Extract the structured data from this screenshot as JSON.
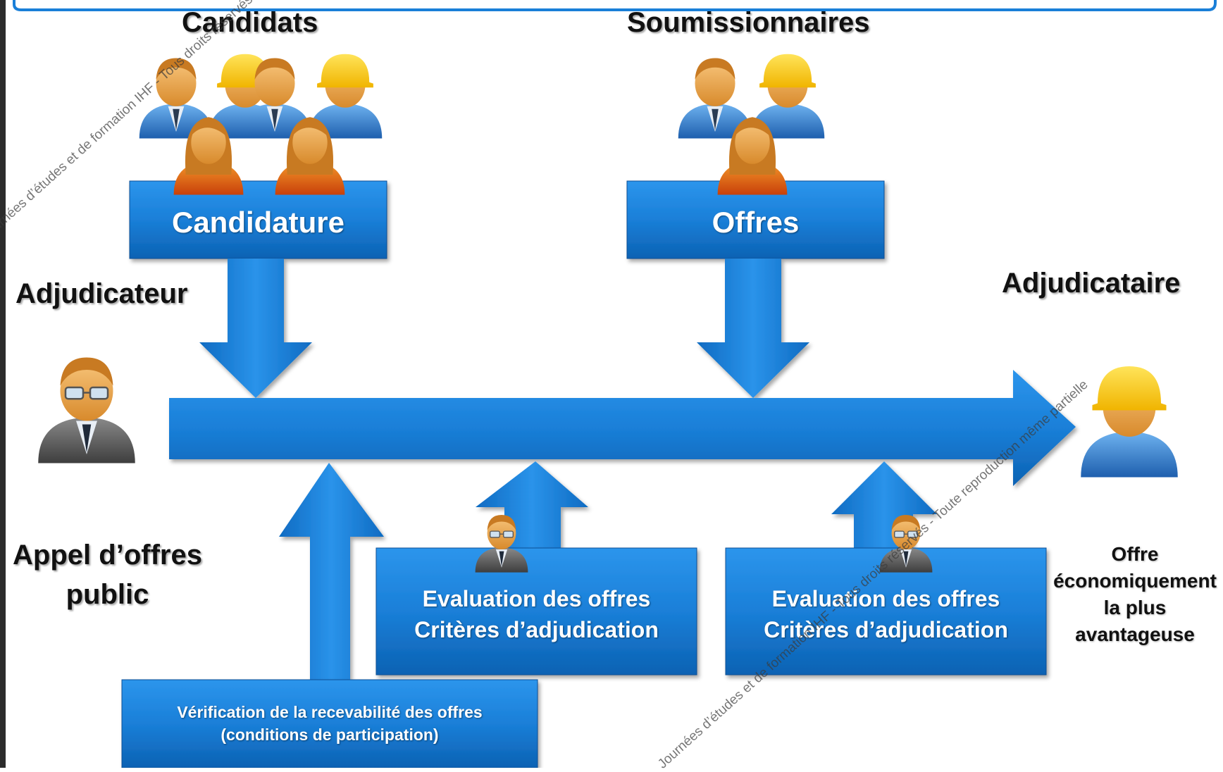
{
  "labels": {
    "candidats": "Candidats",
    "soumissionnaires": "Soumissionnaires",
    "adjudicateur": "Adjudicateur",
    "adjudicataire": "Adjudicataire",
    "appel_line1": "Appel d’offres",
    "appel_line2": "public",
    "offre_line1": "Offre",
    "offre_line2": "économiquement",
    "offre_line3": "la plus",
    "offre_line4": "avantageuse"
  },
  "boxes": {
    "candidature": "Candidature",
    "offres": "Offres",
    "evaluation_1_line1": "Evaluation des offres",
    "evaluation_1_line2": "Critères d’adjudication",
    "evaluation_2_line1": "Evaluation des offres",
    "evaluation_2_line2": "Critères d’adjudication",
    "verification_line1": "Vérification de la recevabilité des offres",
    "verification_line2": "(conditions de participation)"
  },
  "watermark": {
    "text_a": "Journées d’études et de formation IHF - Tous droits réservés - Toute reproduction",
    "text_b": "Journées d’études et de formation IHF - Tous droits réservés - Toute reproduction même partielle"
  },
  "colors": {
    "arrow_blue": "#1a7fd8",
    "arrow_blue_dark": "#0d5fae",
    "text": "#111111"
  },
  "icons": {
    "candidats_group": "people-group-icon",
    "soumissionnaires_group": "people-group-icon",
    "adjudicateur": "officer-glasses-icon",
    "adjudicataire": "worker-hardhat-icon",
    "evaluator": "officer-glasses-icon"
  }
}
